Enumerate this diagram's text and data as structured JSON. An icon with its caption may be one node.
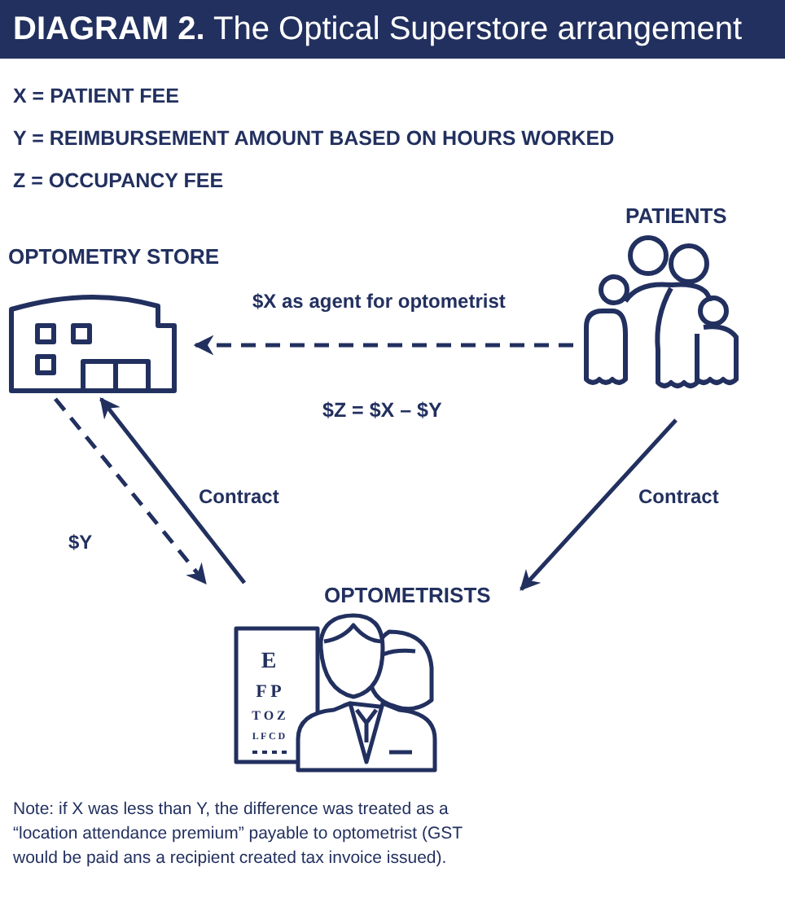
{
  "diagram": {
    "title": "**DIAGRAM 2.** The Optical Superstore arrangement",
    "nodes": [
      {
        "text": [
          "OPTOMETRY STORE"
        ]
      },
      {
        "text": [
          "PATIENTS"
        ]
      },
      {
        "text": [
          "OPTOMETRISTS"
        ]
      }
    ],
    "edges": [
      {
        "from": 1,
        "to": 0,
        "arrow": "to",
        "style": "dashed",
        "label": "$X as agent for optometrist"
      },
      {
        "from": 2,
        "to": 0,
        "arrow": "to",
        "label": "Contract"
      },
      {
        "from": 0,
        "to": 2,
        "arrow": "to",
        "style": "dashed",
        "label": "$Y"
      },
      {
        "from": 1,
        "to": 2,
        "arrow": "to",
        "label": "Contract"
      }
    ],
    "labels": [
      "X =  PATIENT FEE",
      "Y =  REIMBURSEMENT AMOUNT BASED ON HOURS WORKED",
      "Z =  OCCUPANCY FEE",
      "$Z = $X – $Y",
      "E",
      "F P",
      "T O Z",
      "L F C D",
      "Note: if X was less than Y, the difference was treated as a “location attendance premium” payable to optometrist (GST would be paid ans a recipient created tax invoice issued)."
    ]
  }
}
